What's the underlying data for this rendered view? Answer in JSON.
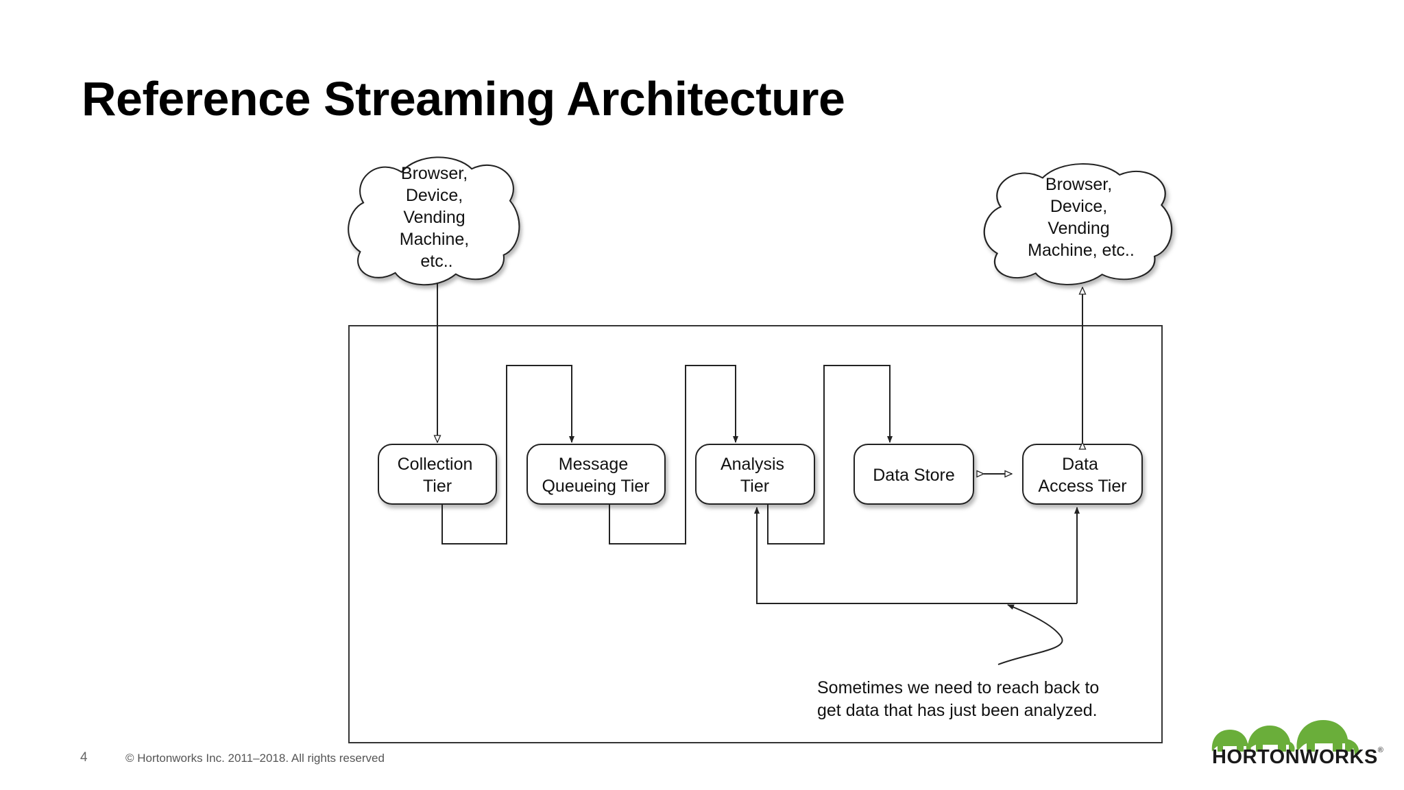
{
  "slide": {
    "title": "Reference Streaming Architecture",
    "page_number": "4",
    "copyright": "© Hortonworks Inc. 2011–2018. All rights reserved",
    "logo_text": "HORTONWORKS",
    "logo_mark": "®"
  },
  "diagram": {
    "source_cloud": [
      "Browser,",
      "Device,",
      "Vending",
      "Machine,",
      "etc.."
    ],
    "consumer_cloud": [
      "Browser,",
      "Device,",
      "Vending",
      "Machine, etc.."
    ],
    "tiers": {
      "collection": [
        "Collection",
        "Tier"
      ],
      "message_queueing": [
        "Message",
        "Queueing Tier"
      ],
      "analysis": [
        "Analysis",
        "Tier"
      ],
      "data_store": [
        "Data Store"
      ],
      "data_access": [
        "Data",
        "Access Tier"
      ]
    },
    "note": [
      "Sometimes we need to reach back to",
      "get data that has just been analyzed."
    ]
  },
  "colors": {
    "logo_green": "#6aae3a",
    "line": "#222222"
  }
}
